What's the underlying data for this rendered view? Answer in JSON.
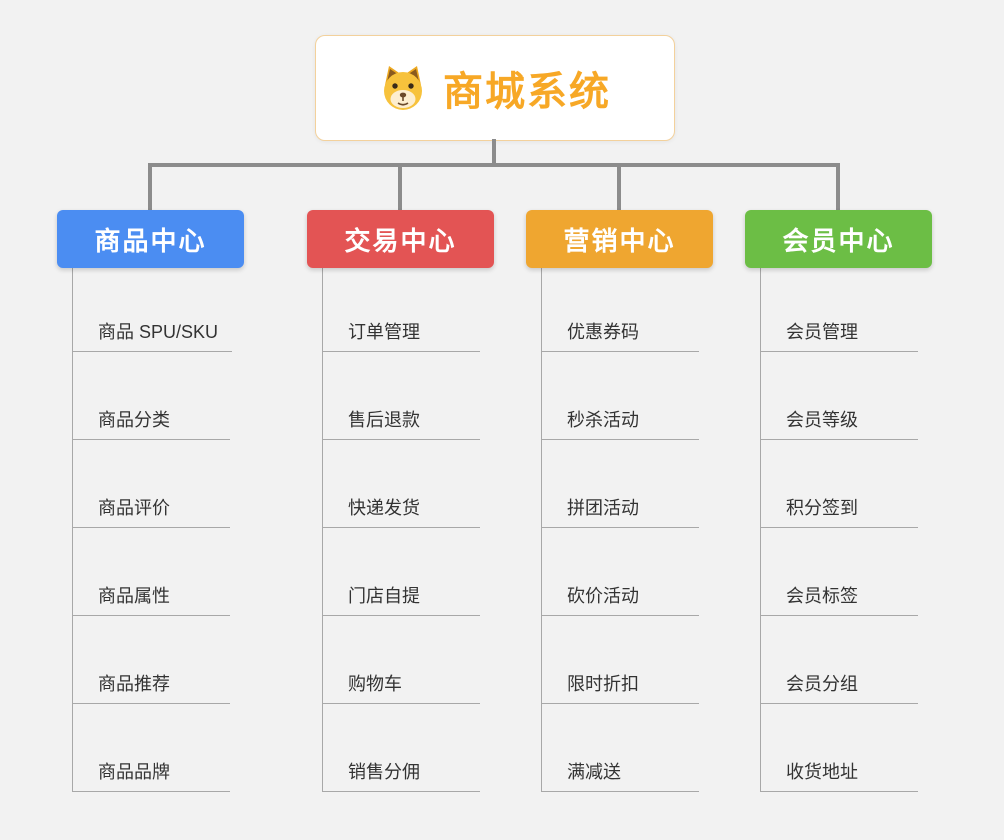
{
  "root": {
    "title": "商城系统",
    "title_color": "#f7a826",
    "icon": "doge-icon"
  },
  "branches": [
    {
      "label": "商品中心",
      "color": "#4b8df2",
      "items": [
        "商品 SPU/SKU",
        "商品分类",
        "商品评价",
        "商品属性",
        "商品推荐",
        "商品品牌"
      ]
    },
    {
      "label": "交易中心",
      "color": "#e35454",
      "items": [
        "订单管理",
        "售后退款",
        "快递发货",
        "门店自提",
        "购物车",
        "销售分佣"
      ]
    },
    {
      "label": "营销中心",
      "color": "#efa630",
      "items": [
        "优惠券码",
        "秒杀活动",
        "拼团活动",
        "砍价活动",
        "限时折扣",
        "满减送"
      ]
    },
    {
      "label": "会员中心",
      "color": "#6cbe45",
      "items": [
        "会员管理",
        "会员等级",
        "积分签到",
        "会员标签",
        "会员分组",
        "收货地址"
      ]
    }
  ]
}
